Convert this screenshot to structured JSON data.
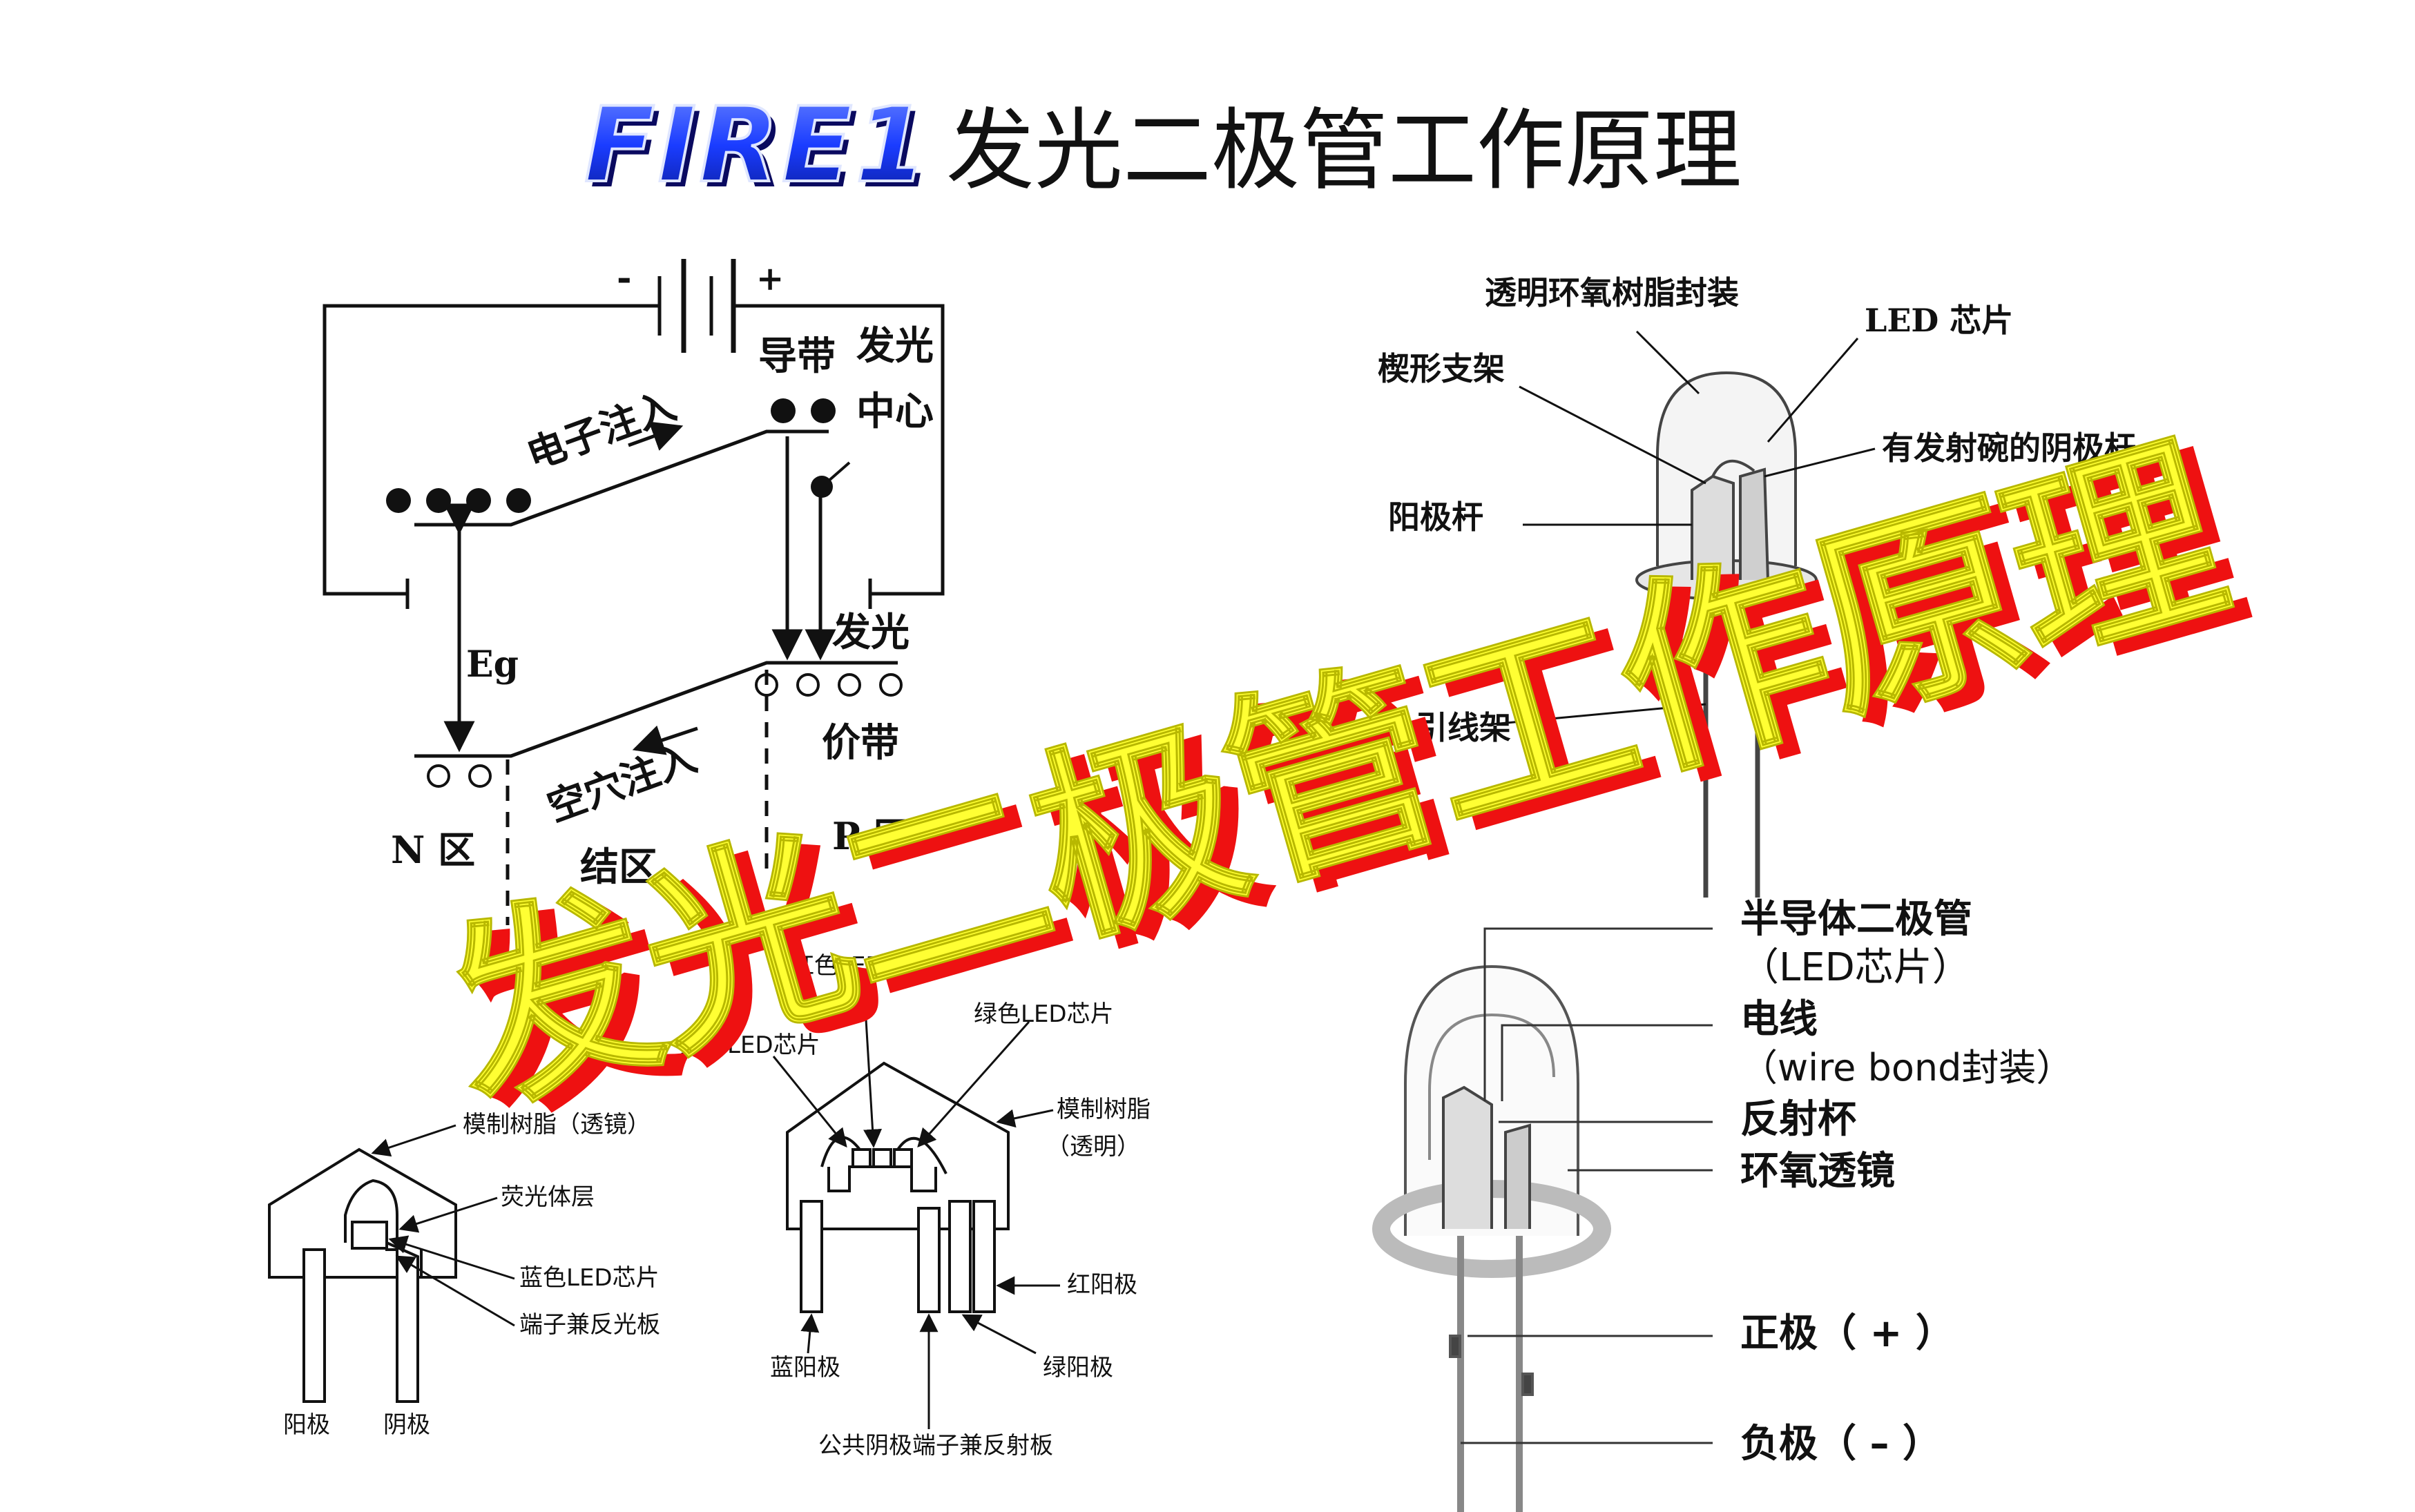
{
  "header": {
    "logo": "FIRE1",
    "title": "发光二极管工作原理"
  },
  "overlay_title": "发光二极管工作原理",
  "band_diagram": {
    "battery_minus": "-",
    "battery_plus": "+",
    "conduction_band": "导带",
    "luminescence_center": [
      "发光",
      "中心"
    ],
    "electron_injection": "电子注入",
    "emission": "发光",
    "eg": "Eg",
    "valence_band": "价带",
    "hole_injection": "空穴注入",
    "n_region": "N 区",
    "junction_region": "结区",
    "p_region": "P 区"
  },
  "led_5mm": {
    "epoxy_package": "透明环氧树脂封装",
    "led_chip": "LED 芯片",
    "wedge_frame": "楔形支架",
    "cathode_with_cup": "有发射碗的阴极杆",
    "anode_post": "阳极杆",
    "lead_partial": "引线架"
  },
  "white_led": {
    "molded_resin": "模制树脂（透镜）",
    "phosphor": "荧光体层",
    "blue_chip": "蓝色LED芯片",
    "terminal_reflector": "端子兼反光板",
    "anode": "阳极",
    "cathode": "阴极"
  },
  "rgb_led": {
    "red_chip": "红色LED芯片",
    "green_chip": "绿色LED芯片",
    "blue_chip": "蓝色LED芯片",
    "molded_resin": [
      "模制树脂",
      "（透明）"
    ],
    "red_anode": "红阳极",
    "blue_anode": "蓝阳极",
    "green_anode": "绿阳极",
    "common_cathode": "公共阴极端子兼反射板"
  },
  "led_cutaway": {
    "semiconductor": [
      "半导体二极管",
      "（LED芯片）"
    ],
    "wire": [
      "电线",
      "（wire bond封装）"
    ],
    "reflector_cup": "反射杯",
    "epoxy_lens": "环氧透镜",
    "positive": "正极（ + ）",
    "negative": "负极（ – ）"
  },
  "colors": {
    "logo_blue": "#1a3cff",
    "overlay_yellow": "#ffff33",
    "overlay_red": "#ee1111"
  }
}
